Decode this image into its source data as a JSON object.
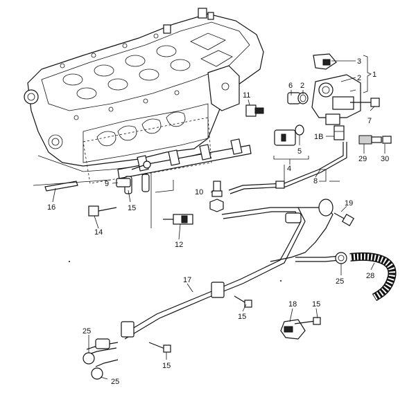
{
  "callouts": [
    {
      "id": "c1",
      "text": "1"
    },
    {
      "id": "c2a",
      "text": "2"
    },
    {
      "id": "c3",
      "text": "3"
    },
    {
      "id": "c2b",
      "text": "2"
    },
    {
      "id": "c4",
      "text": "4"
    },
    {
      "id": "c5",
      "text": "5"
    },
    {
      "id": "c6",
      "text": "6"
    },
    {
      "id": "c7",
      "text": "7"
    },
    {
      "id": "c8",
      "text": "8"
    },
    {
      "id": "c9",
      "text": "9"
    },
    {
      "id": "c10",
      "text": "10"
    },
    {
      "id": "c11",
      "text": "11"
    },
    {
      "id": "c12",
      "text": "12"
    },
    {
      "id": "c14",
      "text": "14"
    },
    {
      "id": "c15a",
      "text": "15"
    },
    {
      "id": "c15b",
      "text": "15"
    },
    {
      "id": "c15c",
      "text": "15"
    },
    {
      "id": "c15d",
      "text": "15"
    },
    {
      "id": "c16",
      "text": "16"
    },
    {
      "id": "c17",
      "text": "17"
    },
    {
      "id": "c18",
      "text": "18"
    },
    {
      "id": "c1B",
      "text": "1B"
    },
    {
      "id": "c19",
      "text": "19"
    },
    {
      "id": "c25a",
      "text": "25"
    },
    {
      "id": "c25b",
      "text": "25"
    },
    {
      "id": "c25c",
      "text": "25"
    },
    {
      "id": "c28",
      "text": "28"
    },
    {
      "id": "c29",
      "text": "29"
    },
    {
      "id": "c30",
      "text": "30"
    }
  ]
}
